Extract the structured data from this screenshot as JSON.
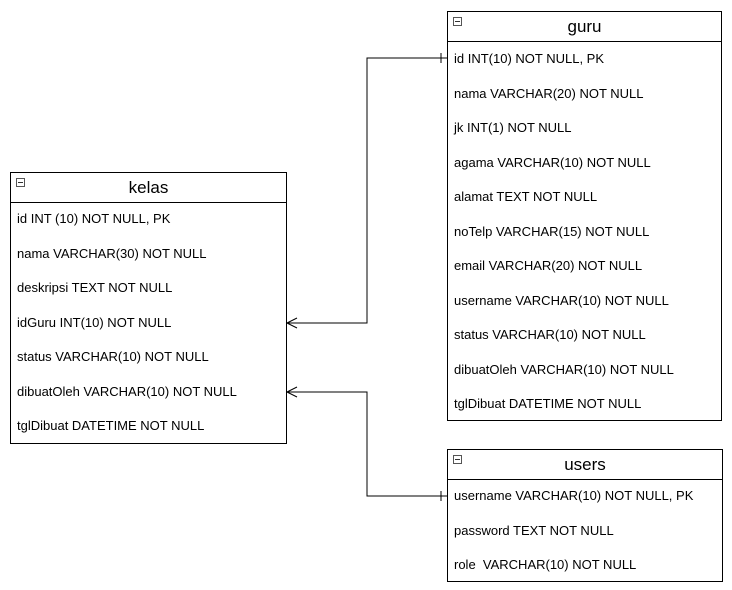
{
  "tables": {
    "kelas": {
      "title": "kelas",
      "fields": [
        "id INT (10) NOT NULL, PK",
        "nama VARCHAR(30) NOT NULL",
        "deskripsi TEXT NOT NULL",
        "idGuru INT(10) NOT NULL",
        "status VARCHAR(10) NOT NULL",
        "dibuatOleh VARCHAR(10) NOT NULL",
        "tglDibuat DATETIME NOT NULL"
      ]
    },
    "guru": {
      "title": "guru",
      "fields": [
        "id INT(10) NOT NULL, PK",
        "nama VARCHAR(20) NOT NULL",
        "jk INT(1) NOT NULL",
        "agama VARCHAR(10) NOT NULL",
        "alamat TEXT NOT NULL",
        "noTelp VARCHAR(15) NOT NULL",
        "email VARCHAR(20) NOT NULL",
        "username VARCHAR(10) NOT NULL",
        "status VARCHAR(10) NOT NULL",
        "dibuatOleh VARCHAR(10) NOT NULL",
        "tglDibuat DATETIME NOT NULL"
      ]
    },
    "users": {
      "title": "users",
      "fields": [
        "username VARCHAR(10) NOT NULL, PK",
        "password TEXT NOT NULL",
        "role  VARCHAR(10) NOT NULL"
      ]
    }
  },
  "relations": [
    {
      "from_table": "kelas",
      "from_field": "idGuru",
      "to_table": "guru",
      "to_field": "id",
      "cardinality": "many-to-one"
    },
    {
      "from_table": "kelas",
      "from_field": "dibuatOleh",
      "to_table": "users",
      "to_field": "username",
      "cardinality": "many-to-one"
    }
  ]
}
